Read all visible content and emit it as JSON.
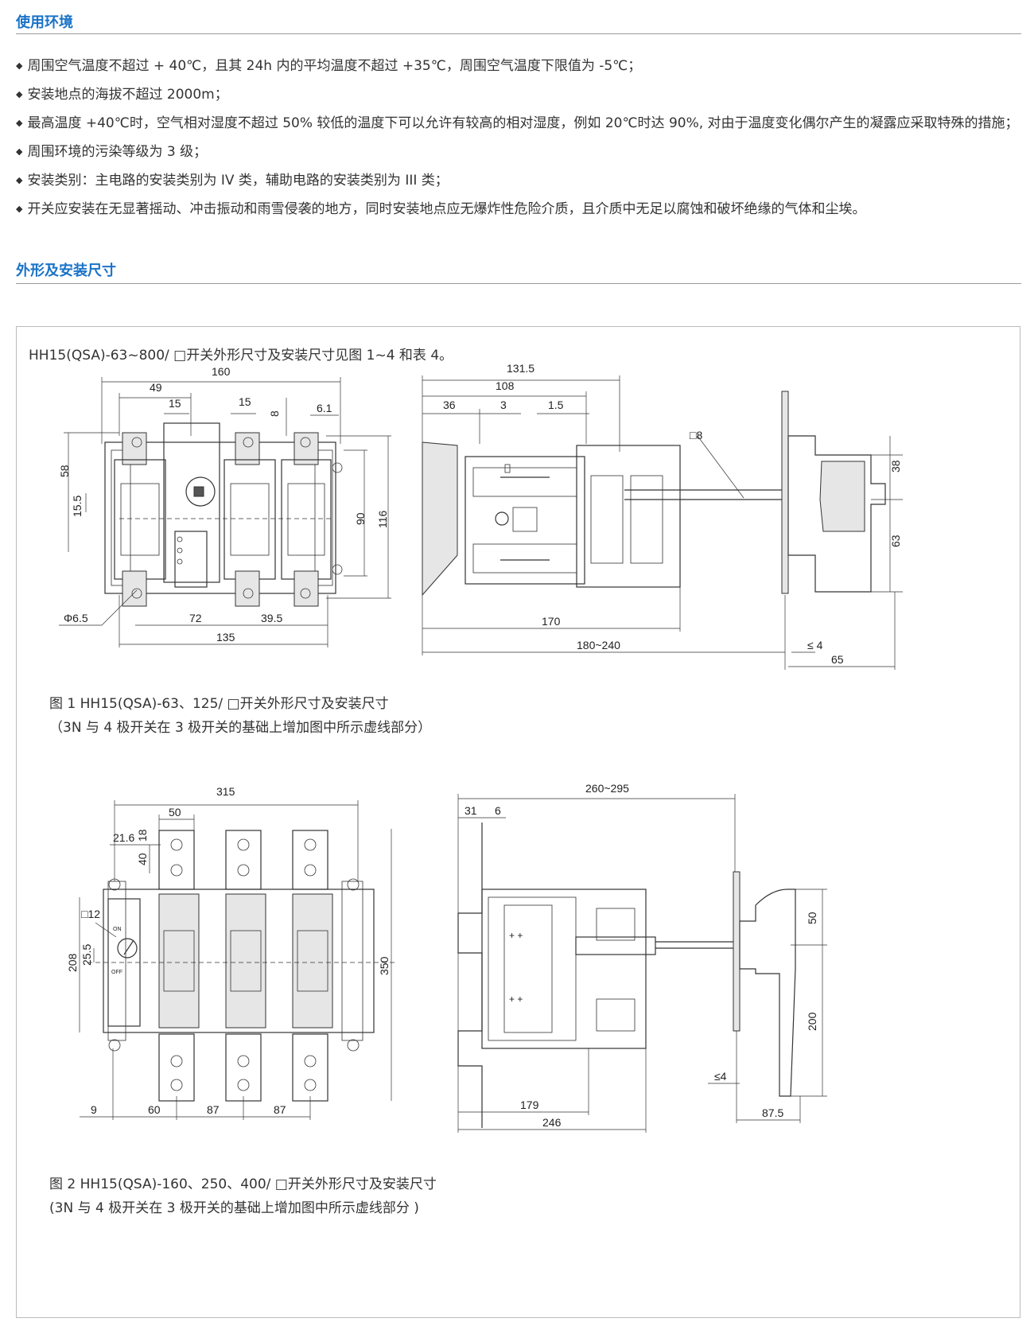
{
  "sections": {
    "env_title": "使用环境",
    "dims_title": "外形及安装尺寸"
  },
  "environment": [
    "周围空气温度不超过 + 40℃，且其 24h 内的平均温度不超过 +35℃，周围空气温度下限值为 -5℃；",
    "安装地点的海拔不超过 2000m；",
    "最高温度 +40℃时，空气相对湿度不超过 50% 较低的温度下可以允许有较高的相对湿度，例如 20℃时达 90%, 对由于温度变化偶尔产生的凝露应采取特殊的措施；",
    "周围环境的污染等级为 3 级；",
    "安装类别：主电路的安装类别为 IV 类，辅助电路的安装类别为 III 类；",
    "开关应安装在无显著摇动、冲击振动和雨雪侵袭的地方，同时安装地点应无爆炸性危险介质，且介质中无足以腐蚀和破坏绝缘的气体和尘埃。"
  ],
  "bullet_symbol": "◆",
  "intro": "HH15(QSA)-63~800/ □开关外形尺寸及安装尺寸见图 1~4 和表 4。",
  "figure1": {
    "caption_line1": "图 1 HH15(QSA)-63、125/ □开关外形尺寸及安装尺寸",
    "caption_line2": "（3N 与 4 极开关在 3 极开关的基础上增加图中所示虚线部分）",
    "front_dims": {
      "width_160": "160",
      "d49": "49",
      "d15a": "15",
      "d15b": "15",
      "d8": "8",
      "d6_1": "6.1",
      "d58": "58",
      "d15_5": "15.5",
      "d90": "90",
      "d116": "116",
      "hole": "Φ6.5",
      "d72": "72",
      "d39_5": "39.5",
      "d135": "135"
    },
    "side_dims": {
      "d131_5": "131.5",
      "d108": "108",
      "d36": "36",
      "d3": "3",
      "d1_5": "1.5",
      "sq8": "□8",
      "d38": "38",
      "d63": "63",
      "d170": "170",
      "d180_240": "180~240",
      "le4": "≤ 4",
      "d65": "65"
    }
  },
  "figure2": {
    "caption_line1": "图 2 HH15(QSA)-160、250、400/ □开关外形尺寸及安装尺寸",
    "caption_line2": "(3N 与 4 极开关在 3 极开关的基础上增加图中所示虚线部分 )",
    "front_dims": {
      "d315": "315",
      "d50": "50",
      "d21_6": "21.6",
      "d18": "18",
      "d40": "40",
      "sq12": "□12",
      "d208": "208",
      "d25_5": "25.5",
      "d350": "350",
      "d9": "9",
      "d60": "60",
      "d87a": "87",
      "d87b": "87",
      "on_label": "ON",
      "off_label": "OFF"
    },
    "side_dims": {
      "d260_295": "260~295",
      "d31": "31",
      "d6": "6",
      "d50": "50",
      "d200": "200",
      "le4": "≤4",
      "d179": "179",
      "d246": "246",
      "d87_5": "87.5"
    }
  }
}
